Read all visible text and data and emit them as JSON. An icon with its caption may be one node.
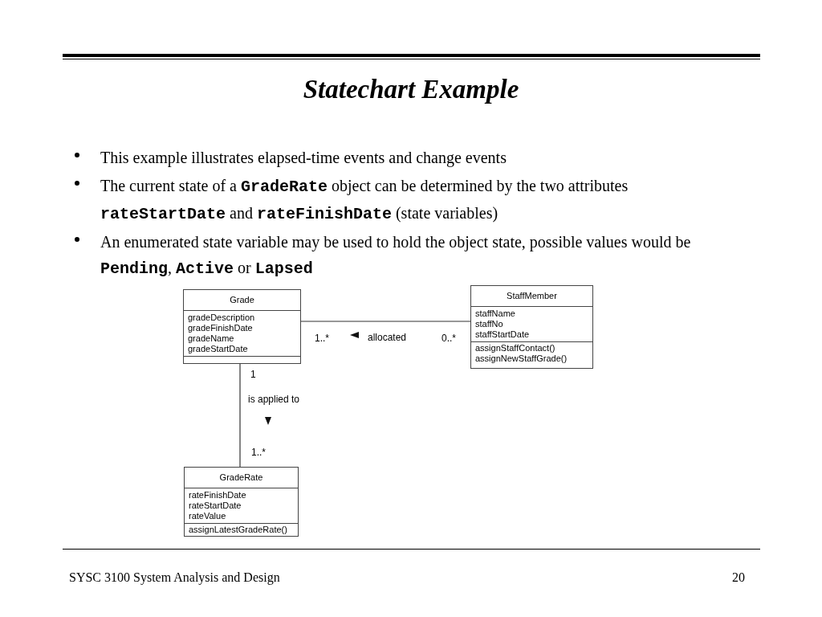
{
  "diagram": {
    "title": "Statechart Example",
    "nodes": [
      {
        "text": [
          "Grade",
          "gradeDescription",
          "gradeFinishDate",
          "gradeName",
          "gradeStartDate"
        ]
      },
      {
        "text": [
          "StaffMember",
          "staffName",
          "staffNo",
          "staffStartDate",
          "assignStaffContact()",
          "assignNewStaffGrade()"
        ]
      },
      {
        "text": [
          "GradeRate",
          "rateFinishDate",
          "rateStartDate",
          "rateValue",
          "assignLatestGradeRate()"
        ]
      }
    ],
    "edges": [
      {
        "from": 0,
        "to": 1,
        "arrow": "none",
        "label": "allocated"
      },
      {
        "from": 0,
        "to": 2,
        "arrow": "none",
        "label": "is applied to"
      }
    ],
    "labels": [
      "This example illustrates elapsed-time events and change events",
      "The current state of a **GradeRate** object can be determined by the two attributes **rateStartDate** and **rateFinishDate**  (state variables)",
      "An enumerated state variable may be used to hold the object state, possible values would be **Pending**, **Active** or **Lapsed**",
      "1..*",
      "0..*",
      "1",
      "1..*",
      "SYSC 3100 System Analysis and Design",
      "20"
    ]
  }
}
